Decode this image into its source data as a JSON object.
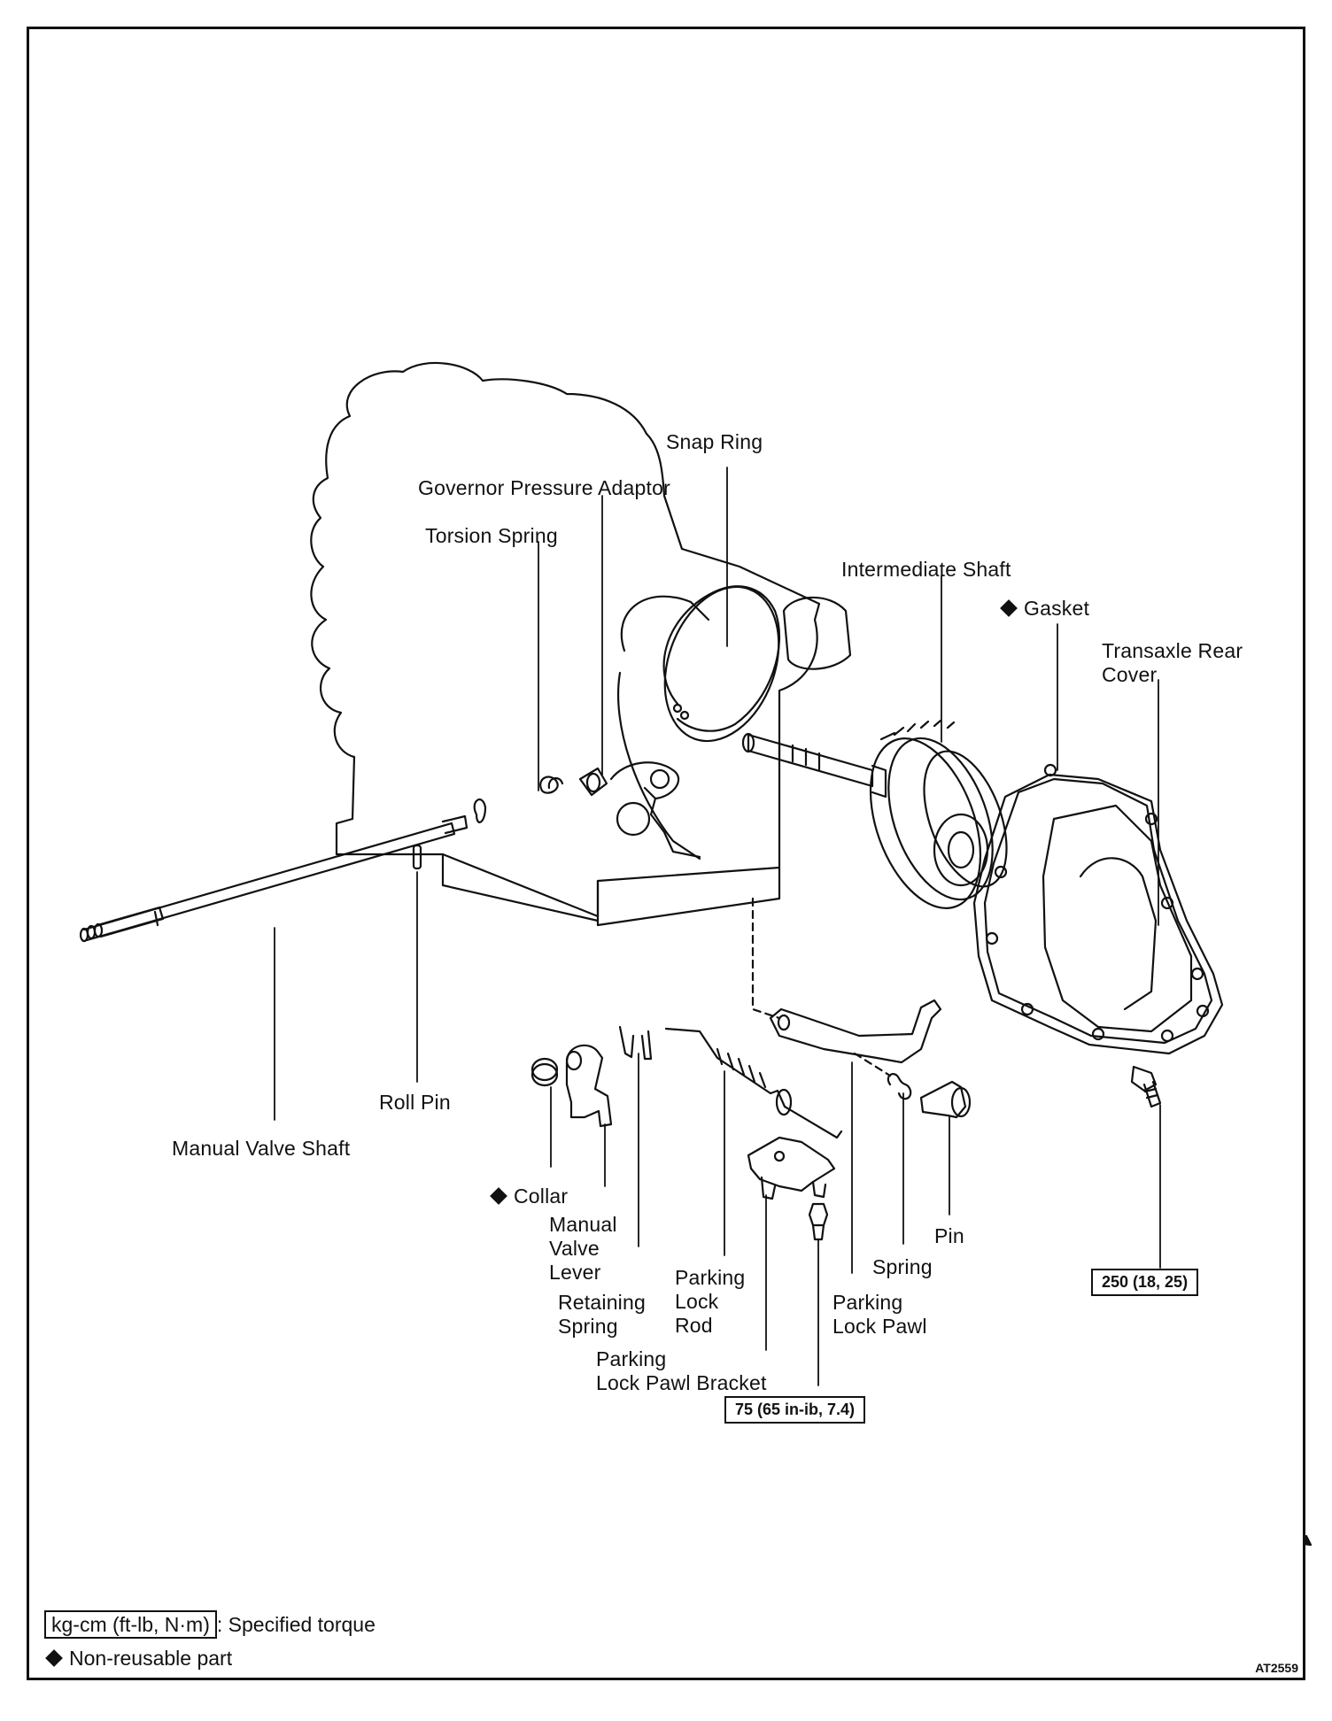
{
  "labels": {
    "snap_ring": "Snap Ring",
    "governor_pressure_adaptor": "Governor Pressure Adaptor",
    "torsion_spring": "Torsion Spring",
    "intermediate_shaft": "Intermediate Shaft",
    "gasket": "Gasket",
    "transaxle_rear_cover": "Transaxle Rear\nCover",
    "roll_pin": "Roll Pin",
    "manual_valve_shaft": "Manual Valve Shaft",
    "collar": "Collar",
    "manual_valve_lever": "Manual\nValve\nLever",
    "retaining_spring": "Retaining\nSpring",
    "parking_lock_rod": "Parking\nLock\nRod",
    "parking_lock_pawl_bracket": "Parking\nLock Pawl Bracket",
    "parking_lock_pawl": "Parking\nLock Pawl",
    "spring": "Spring",
    "pin": "Pin"
  },
  "torque_specs": {
    "rear_cover_bolt": "250 (18, 25)",
    "bracket_bolt": "75 (65 in-ib, 7.4)"
  },
  "legend": {
    "torque_unit": "kg-cm (ft-lb, N·m)",
    "torque_desc": ": Specified torque",
    "non_reusable": "Non-reusable part"
  },
  "figure_ref": "AT2559"
}
